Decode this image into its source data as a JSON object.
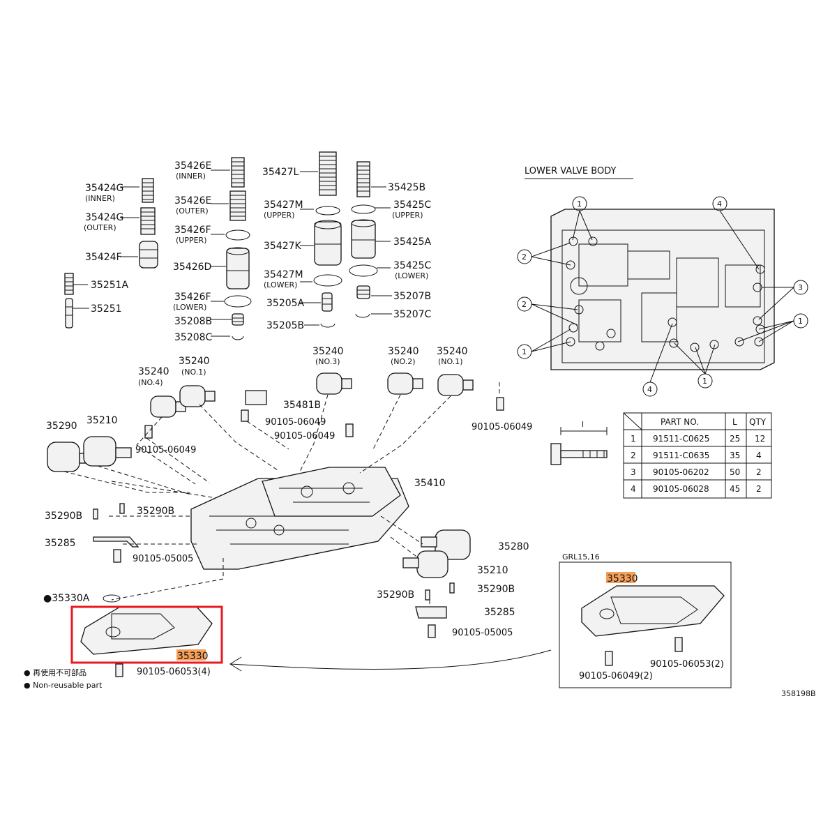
{
  "labels": {
    "p35426E": "35426E",
    "p35426E_inner": "(INNER)",
    "p35426E2": "35426E",
    "p35426E_outer": "(OUTER)",
    "p35424G": "35424G",
    "p35424G_inner": "(INNER)",
    "p35424G2": "35424G",
    "p35424G_outer": "(OUTER)",
    "p35424F": "35424F",
    "p35426F": "35426F",
    "p35426F_upper": "(UPPER)",
    "p35426D": "35426D",
    "p35426F2": "35426F",
    "p35426F_lower": "(LOWER)",
    "p35251A": "35251A",
    "p35251": "35251",
    "p35208B": "35208B",
    "p35208C": "35208C",
    "p35427L": "35427L",
    "p35427M": "35427M",
    "p35427M_upper": "(UPPER)",
    "p35427K": "35427K",
    "p35427M2": "35427M",
    "p35427M_lower": "(LOWER)",
    "p35205A": "35205A",
    "p35205B": "35205B",
    "p35425B": "35425B",
    "p35425C": "35425C",
    "p35425C_upper": "(UPPER)",
    "p35425A": "35425A",
    "p35425C2": "35425C",
    "p35425C_lower": "(LOWER)",
    "p35207B": "35207B",
    "p35207C": "35207C",
    "p35240_no4": "35240",
    "no4": "(NO.4)",
    "p35240_no1a": "35240",
    "no1a": "(NO.1)",
    "p35240_no3": "35240",
    "no3": "(NO.3)",
    "p35240_no2": "35240",
    "no2": "(NO.2)",
    "p35240_no1b": "35240",
    "no1b": "(NO.1)",
    "p35481B": "35481B",
    "b90105_06049a": "90105-06049",
    "b90105_06049b": "90105-06049",
    "b90105_06049c": "90105-06049",
    "b90105_06049d": "90105-06049",
    "p35290": "35290",
    "p35210a": "35210",
    "p35410": "35410",
    "p35290Ba": "35290B",
    "p35290Bb": "35290B",
    "p35285a": "35285",
    "b90105_05005a": "90105-05005",
    "p35280": "35280",
    "p35210b": "35210",
    "p35290Bc": "35290B",
    "p35290Bd": "35290B",
    "p35285b": "35285",
    "b90105_05005b": "90105-05005",
    "p35330A": "●35330A",
    "p35330a": "35330",
    "b90105_06053_4": "90105-06053(4)",
    "note_jp": "● 再使用不可部品",
    "note_en": "● Non-reusable part",
    "inset_title": "GRL15,16",
    "p35330b": "35330",
    "b90105_06053_2": "90105-06053(2)",
    "b90105_06049_2": "90105-06049(2)",
    "lower_valve_body": "LOWER VALVE BODY",
    "ref_code": "358198B",
    "bolt_dim": "l",
    "c1": "1",
    "c2": "2",
    "c3": "3",
    "c4": "4"
  },
  "table": {
    "headers": [
      "PART NO.",
      "L",
      "QTY"
    ],
    "rows": [
      [
        "1",
        "91511-C0625",
        "25",
        "12"
      ],
      [
        "2",
        "91511-C0635",
        "35",
        "4"
      ],
      [
        "3",
        "90105-06202",
        "50",
        "2"
      ],
      [
        "4",
        "90105-06028",
        "45",
        "2"
      ]
    ]
  },
  "colors": {
    "highlight_box": "#e8191f",
    "highlight_label": "#f5a05a",
    "ink": "#111111"
  }
}
